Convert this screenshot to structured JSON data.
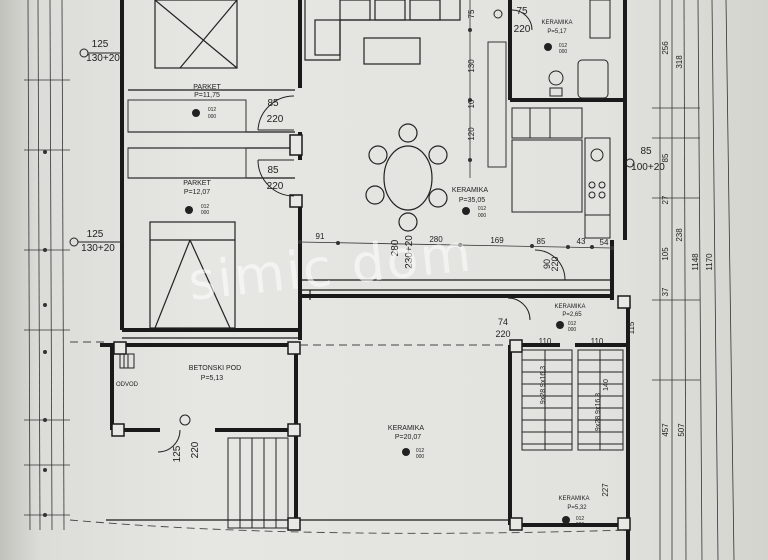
{
  "rooms": {
    "bedroom1": {
      "floor": "PARKET",
      "area": "P=11,75",
      "code_top": "012",
      "code_bottom": "000"
    },
    "bedroom2": {
      "floor": "PARKET",
      "area": "P=12,07",
      "code_top": "012",
      "code_bottom": "000"
    },
    "living": {
      "floor": "KERAMIKA",
      "area": "P=35,05",
      "code_top": "012",
      "code_bottom": "000"
    },
    "bathroom": {
      "floor": "KERAMIKA",
      "area": "P=5,17",
      "code_top": "012",
      "code_bottom": "000"
    },
    "terrace": {
      "floor": "BETONSKI POD",
      "area": "P=5,13"
    },
    "entry": {
      "floor": "KERAMIKA",
      "area": "P=20,07",
      "code_top": "012",
      "code_bottom": "000"
    },
    "hall": {
      "floor": "KERAMIKA",
      "area": "P=2,65",
      "code_top": "012",
      "code_bottom": "000"
    },
    "stair_room": {
      "floor": "KERAMIKA",
      "area": "P=5,32",
      "code_top": "012",
      "code_bottom": "000"
    }
  },
  "windows": {
    "w1": {
      "width": "125",
      "height": "130+20"
    },
    "w2": {
      "width": "125",
      "height": "130+20"
    },
    "w3": {
      "width": "85",
      "height": "100+20"
    },
    "w4": {
      "width": "125",
      "height": "220"
    }
  },
  "doors": {
    "d1": {
      "width": "85",
      "height": "220"
    },
    "d2": {
      "width": "85",
      "height": "220"
    },
    "d3": {
      "width": "75",
      "height": "220"
    },
    "d4": {
      "width": "90",
      "height": "220"
    },
    "d5": {
      "width": "74",
      "height": "220"
    }
  },
  "openings": {
    "o1": {
      "width": "280",
      "height": "230+20"
    }
  },
  "dimensions": {
    "horizontal": [
      "91",
      "280",
      "169",
      "85",
      "43",
      "54"
    ],
    "stair": [
      "110",
      "110"
    ],
    "right_vertical": [
      "256",
      "318",
      "85",
      "27",
      "105",
      "238",
      "1148",
      "1170",
      "37",
      "115",
      "457",
      "507",
      "227"
    ],
    "inner_vertical": [
      "75",
      "130",
      "120",
      "10"
    ]
  },
  "labels": {
    "odvod": "ODVOD",
    "stair_run1": "9x28\n9x16,3",
    "stair_run2": "9x28\n9x16,3",
    "stair_140": "140",
    "watermark": "simic dom"
  }
}
